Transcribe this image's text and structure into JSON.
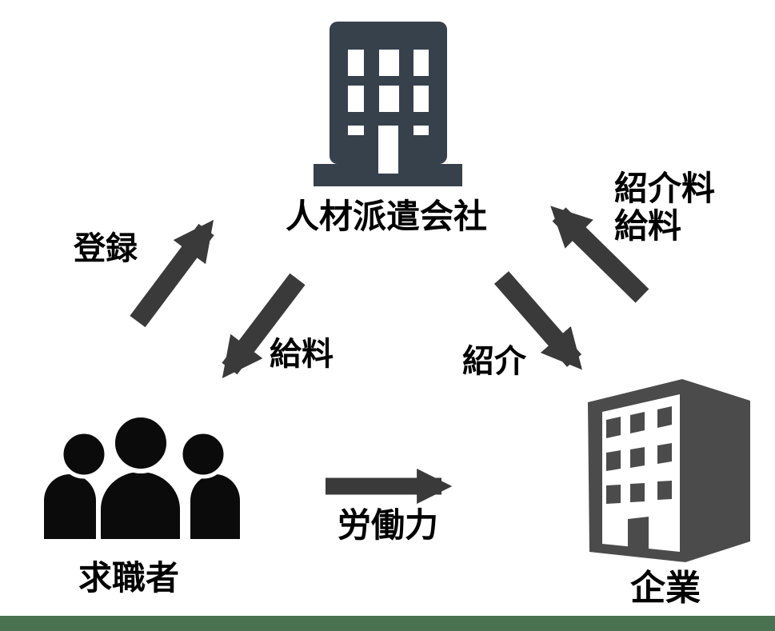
{
  "diagram": {
    "type": "flow-relationship-diagram",
    "nodes": {
      "agency": {
        "label": "人材派遣会社",
        "icon": "office-building-icon"
      },
      "job_seekers": {
        "label": "求職者",
        "icon": "people-group-icon"
      },
      "company": {
        "label": "企業",
        "icon": "office-building-3d-icon"
      }
    },
    "edges": {
      "register": {
        "label": "登録",
        "from": "job_seekers",
        "to": "agency"
      },
      "salary_to_seekers": {
        "label": "給料",
        "from": "agency",
        "to": "job_seekers"
      },
      "referral": {
        "label": "紹介",
        "from": "agency",
        "to": "company"
      },
      "fees_to_agency": {
        "line1": "紹介料",
        "line2": "給料",
        "from": "company",
        "to": "agency"
      },
      "labor": {
        "label": "労働力",
        "from": "job_seekers",
        "to": "company"
      }
    }
  },
  "colors": {
    "background": "#FFFFFF",
    "arrow": "#3A3A3A",
    "agency_building": "#37414C",
    "company_building": "#4B4B4B",
    "people": "#0B0B0B",
    "text": "#000000",
    "footer_bar": "#4A7150"
  }
}
